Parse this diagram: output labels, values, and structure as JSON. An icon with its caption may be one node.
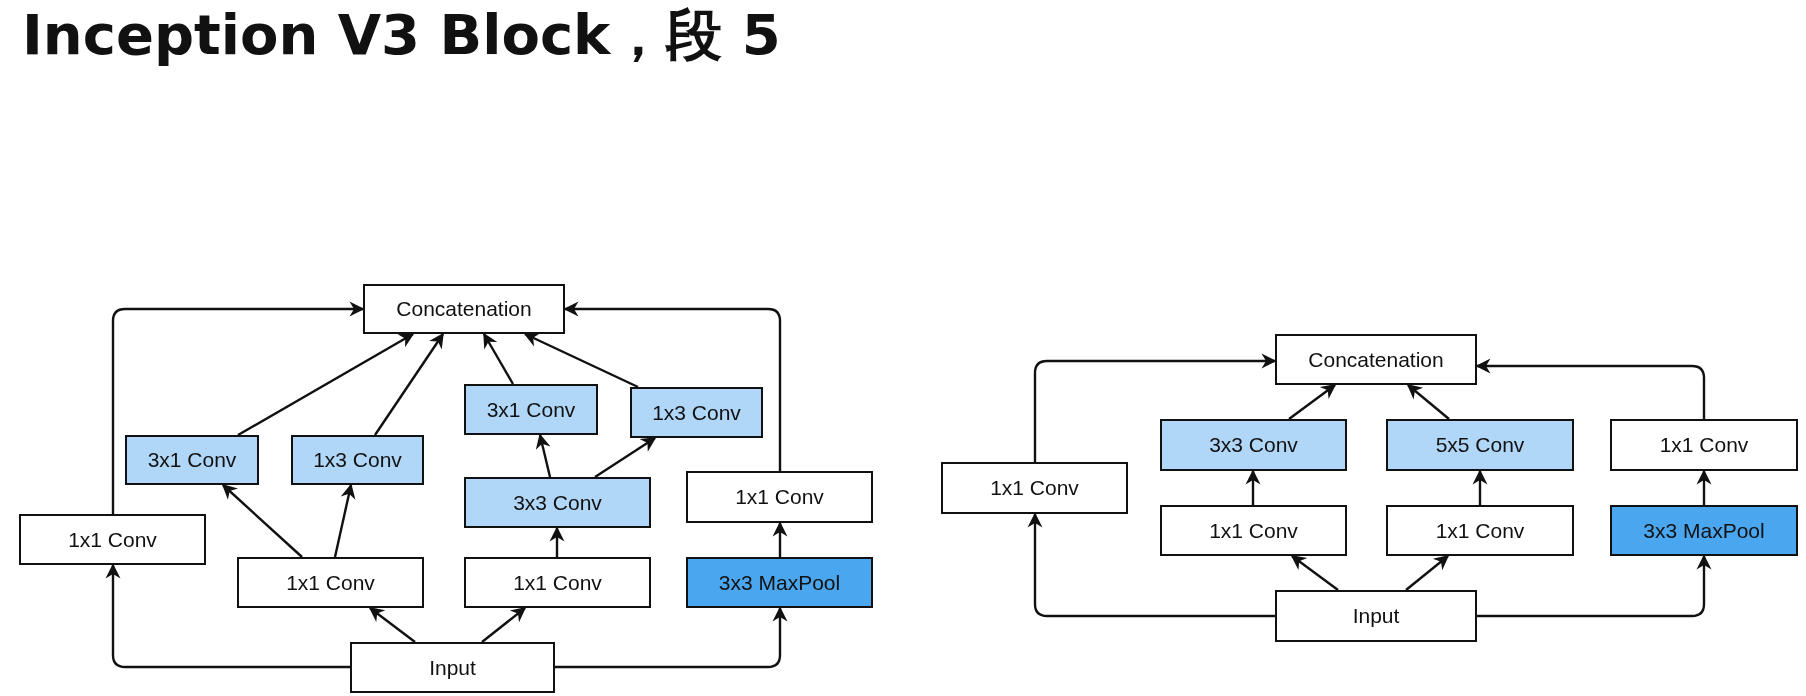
{
  "diagram": {
    "title": "Inception V3 Block，段 5",
    "nodes": [
      {
        "text": [
          "Concatenation"
        ]
      },
      {
        "text": [
          "3x1 Conv"
        ]
      },
      {
        "text": [
          "1x3 Conv"
        ]
      },
      {
        "text": [
          "3x1 Conv"
        ]
      },
      {
        "text": [
          "1x3 Conv"
        ]
      },
      {
        "text": [
          "3x3 Conv"
        ]
      },
      {
        "text": [
          "1x1 Conv"
        ]
      },
      {
        "text": [
          "1x1 Conv"
        ]
      },
      {
        "text": [
          "1x1 Conv"
        ]
      },
      {
        "text": [
          "1x1 Conv"
        ]
      },
      {
        "text": [
          "3x3 MaxPool"
        ]
      },
      {
        "text": [
          "Input"
        ]
      },
      {
        "text": [
          "Concatenation"
        ]
      },
      {
        "text": [
          "3x3 Conv"
        ]
      },
      {
        "text": [
          "5x5 Conv"
        ]
      },
      {
        "text": [
          "1x1 Conv"
        ]
      },
      {
        "text": [
          "1x1 Conv"
        ]
      },
      {
        "text": [
          "1x1 Conv"
        ]
      },
      {
        "text": [
          "1x1 Conv"
        ]
      },
      {
        "text": [
          "3x3 MaxPool"
        ]
      },
      {
        "text": [
          "Input"
        ]
      }
    ],
    "edges": [
      {
        "from": 11,
        "to": 7,
        "arrow": "to"
      },
      {
        "from": 7,
        "to": 0,
        "arrow": "to"
      },
      {
        "from": 11,
        "to": 8,
        "arrow": "to"
      },
      {
        "from": 11,
        "to": 9,
        "arrow": "to"
      },
      {
        "from": 11,
        "to": 10,
        "arrow": "to"
      },
      {
        "from": 8,
        "to": 3,
        "arrow": "to"
      },
      {
        "from": 8,
        "to": 4,
        "arrow": "to"
      },
      {
        "from": 3,
        "to": 0,
        "arrow": "to"
      },
      {
        "from": 4,
        "to": 0,
        "arrow": "to"
      },
      {
        "from": 9,
        "to": 5,
        "arrow": "to"
      },
      {
        "from": 5,
        "to": 1,
        "arrow": "to"
      },
      {
        "from": 5,
        "to": 2,
        "arrow": "to"
      },
      {
        "from": 1,
        "to": 0,
        "arrow": "to"
      },
      {
        "from": 2,
        "to": 0,
        "arrow": "to"
      },
      {
        "from": 10,
        "to": 6,
        "arrow": "to"
      },
      {
        "from": 6,
        "to": 0,
        "arrow": "to"
      },
      {
        "from": 20,
        "to": 16,
        "arrow": "to"
      },
      {
        "from": 16,
        "to": 12,
        "arrow": "to"
      },
      {
        "from": 20,
        "to": 17,
        "arrow": "to"
      },
      {
        "from": 20,
        "to": 18,
        "arrow": "to"
      },
      {
        "from": 20,
        "to": 19,
        "arrow": "to"
      },
      {
        "from": 17,
        "to": 13,
        "arrow": "to"
      },
      {
        "from": 18,
        "to": 14,
        "arrow": "to"
      },
      {
        "from": 13,
        "to": 12,
        "arrow": "to"
      },
      {
        "from": 14,
        "to": 12,
        "arrow": "to"
      },
      {
        "from": 19,
        "to": 15,
        "arrow": "to"
      },
      {
        "from": 15,
        "to": 12,
        "arrow": "to"
      }
    ]
  }
}
